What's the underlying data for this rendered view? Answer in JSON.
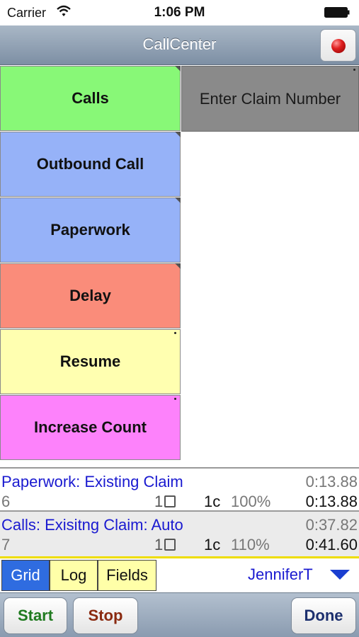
{
  "status_bar": {
    "carrier": "Carrier",
    "time": "1:06 PM"
  },
  "nav": {
    "title": "CallCenter"
  },
  "grid": {
    "claim_placeholder": "Enter Claim Number",
    "buttons": [
      {
        "label": "Calls",
        "color": "#88f877"
      },
      {
        "label": "Outbound Call",
        "color": "#96b2f8"
      },
      {
        "label": "Paperwork",
        "color": "#96b2f8"
      },
      {
        "label": "Delay",
        "color": "#fa8c7a"
      },
      {
        "label": "Resume",
        "color": "#ffffb0"
      },
      {
        "label": "Increase Count",
        "color": "#fd82fb"
      }
    ]
  },
  "log": [
    {
      "title": "Paperwork: Existing Claim",
      "elapsed": "0:13.88",
      "number": "6",
      "pages": "1",
      "count": "1c",
      "percent": "100%",
      "total": "0:13.88"
    },
    {
      "title": "Calls: Exisitng Claim: Auto",
      "elapsed": "0:37.82",
      "number": "7",
      "pages": "1",
      "count": "1c",
      "percent": "110%",
      "total": "0:41.60"
    }
  ],
  "tabs": [
    {
      "label": "Grid",
      "active": true
    },
    {
      "label": "Log",
      "active": false
    },
    {
      "label": "Fields",
      "active": false
    }
  ],
  "user": {
    "name": "JenniferT"
  },
  "toolbar": {
    "start_label": "Start",
    "stop_label": "Stop",
    "done_label": "Done",
    "start_color": "#1f7a1f",
    "stop_color": "#8a2a10",
    "done_color": "#1c2f6e"
  }
}
